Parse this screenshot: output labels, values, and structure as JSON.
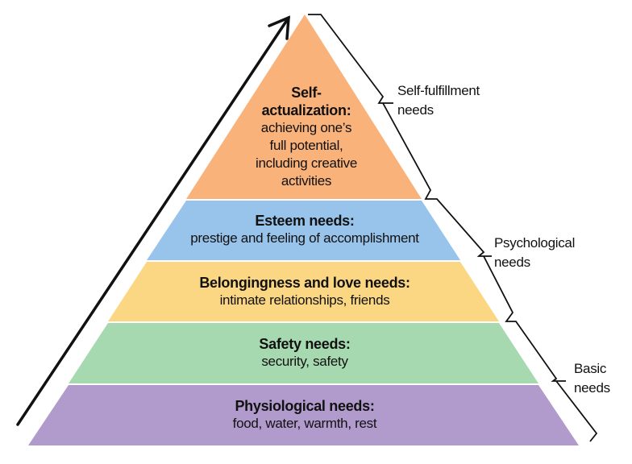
{
  "levels": [
    {
      "title": "Self-",
      "title2": "actualization:",
      "desc": [
        "achieving one’s",
        "full potential,",
        "including creative",
        "activities"
      ],
      "color": "#f9b27a"
    },
    {
      "title": "Esteem needs:",
      "desc": [
        "prestige and feeling of accomplishment"
      ],
      "color": "#98c3ea"
    },
    {
      "title": "Belongingness and love needs:",
      "desc": [
        "intimate relationships, friends"
      ],
      "color": "#fcd783"
    },
    {
      "title": "Safety needs:",
      "desc": [
        "security, safety"
      ],
      "color": "#a6d9b0"
    },
    {
      "title": "Physiological needs:",
      "desc": [
        "food, water, warmth, rest"
      ],
      "color": "#b19acc"
    }
  ],
  "groups": [
    {
      "line1": "Self-fulfillment",
      "line2": "needs"
    },
    {
      "line1": "Psychological",
      "line2": "needs"
    },
    {
      "line1": "Basic",
      "line2": "needs"
    }
  ]
}
